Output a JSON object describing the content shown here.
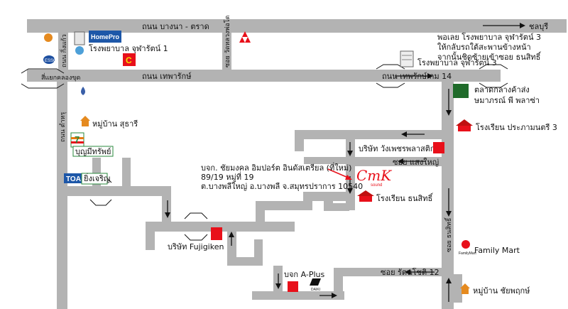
{
  "roads": {
    "bangna_trat": "ถนน บางนา - ตราด",
    "chonburi": "ชลบุรี",
    "thepharak": "ถนน เทพารักษ์",
    "thepharak_km14": "ถนน เทพรักษ์ กม 14",
    "soi_wat_luang_phor": "ซอย วัดหลวงพ่อโต",
    "king_kaew": "ถนน กิ่งแก้ว",
    "si_yaek_khlong_khut": "สี่แยกคลองขุด",
    "tamru": "ถนน ตำหรุ",
    "soi_saeng_yai": "ซอย แสงใหญ่",
    "soi_thanasit": "ซอย ธนสิทธิ์",
    "soi_rattanachot": "ซอย รัตนโชติ 12"
  },
  "landmarks": {
    "hospital1": "โรงพยาบาล จุฬารัตน์ 1",
    "hospital3": "โรงพยาบาล จุฬารัตน์ 3",
    "homepro": "HomePro",
    "note_line1": "พอเลย โรงพยาบาล จุฬารัตน์ 3",
    "note_line2": "ให้กลับรถใต้สะพานข้างหน้า",
    "note_line3": "จากนั้นชิดซ้ายเข้าซอย ธนสิทธิ์",
    "market_line1": "ตลาดกลางค้าส่ง",
    "market_line2": "ษมาภรณ์ พี พลาซ่า",
    "school_pramandee": "โรงเรียน ประภามนตรี 3",
    "wang_phet": "บริษัท วังเพชรพลาสติก",
    "village_suthari": "หมู่บ้าน สุธารี",
    "boonmeesap": "บุญมีทรัพย์",
    "toa_brand": "TOA",
    "ying_charoen": "ยิ่งเจริญ",
    "seven_eleven": "7",
    "fujigiken": "บริษัท Fujigiken",
    "aplus": "บจก A-Plus",
    "school_thanasit": "โรงเรียน ธนสิทธิ์",
    "family_mart": "Family Mart",
    "village_chaiyaphruek": "หมู่บ้าน ชัยพฤกษ์",
    "daiki": "DAIKI"
  },
  "destination": {
    "line1": "บจก. ชัยมงคล อิมปอร์ต อินดัสเตรียล (ที่ใหม่)",
    "line2": "89/19 หมู่ที่ 19",
    "line3": "ต.บางพลีใหญ่ อ.บางพลี จ.สมุทรปราการ 10540",
    "logo_text": "CmK",
    "logo_sub": "sound"
  },
  "colors": {
    "road": "#b3b3b3",
    "marker_red": "#e8101a",
    "market_green": "#1f6b2a",
    "text": "#111111"
  }
}
